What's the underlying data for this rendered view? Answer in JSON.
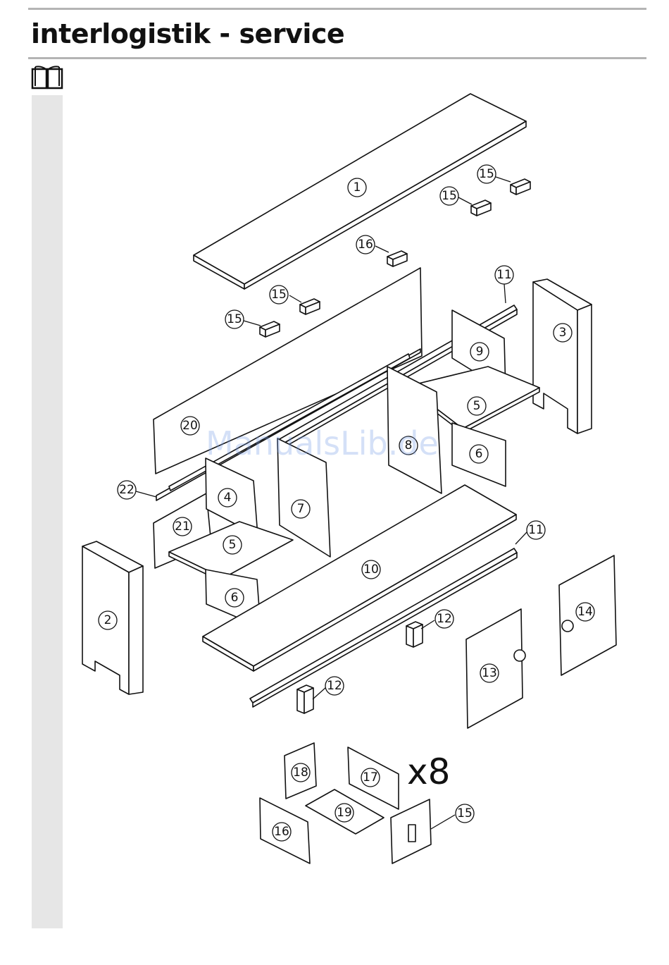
{
  "header": {
    "brand": "interlogistik",
    "separator": " - ",
    "service": "service",
    "book_icon": "open-book-icon"
  },
  "watermark": "ManualsLib.de",
  "multiplier": "x8",
  "parts": {
    "p1": "1",
    "p2": "2",
    "p3": "3",
    "p4": "4",
    "p5a": "5",
    "p5b": "5",
    "p6a": "6",
    "p6b": "6",
    "p7": "7",
    "p8": "8",
    "p9": "9",
    "p10": "10",
    "p11a": "11",
    "p11b": "11",
    "p12a": "12",
    "p12b": "12",
    "p13": "13",
    "p14": "14",
    "p15a": "15",
    "p15b": "15",
    "p15c": "15",
    "p15d": "15",
    "p15e": "15",
    "p16a": "16",
    "p16b": "16",
    "p17": "17",
    "p18": "18",
    "p19": "19",
    "p20": "20",
    "p21": "21",
    "p22": "22"
  },
  "colors": {
    "rule": "#b4b4b4",
    "sidebar": "#e6e6e6",
    "line": "#111111"
  }
}
